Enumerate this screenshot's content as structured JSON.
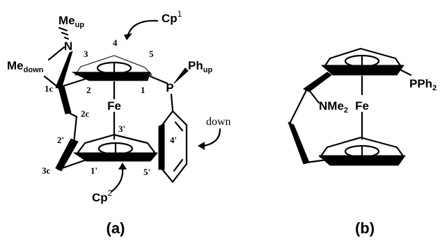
{
  "structure_a": {
    "cp1": {
      "base": "Cp",
      "sup": "1"
    },
    "cp2": {
      "base": "Cp",
      "sup": "2"
    },
    "fe": "Fe",
    "n": "N",
    "p": "P",
    "me_up": {
      "base": "Me",
      "sub": "up"
    },
    "me_down": {
      "base": "Me",
      "sub": "down"
    },
    "ph_up": {
      "base": "Ph",
      "sub": "up"
    },
    "down": "down",
    "numbers": {
      "n1": "1",
      "n2": "2",
      "n3": "3",
      "n4": "4",
      "n5": "5",
      "n1c": "1c",
      "n2c": "2c",
      "n3c": "3c",
      "n1p": "1'",
      "n2p": "2'",
      "n3p": "3'",
      "n4p": "4'",
      "n5p": "5'"
    }
  },
  "structure_b": {
    "nme2": {
      "base": "NMe",
      "sub": "2"
    },
    "fe": "Fe",
    "pph2": {
      "base": "PPh",
      "sub": "2"
    }
  },
  "captions": {
    "a": "(a)",
    "b": "(b)"
  }
}
